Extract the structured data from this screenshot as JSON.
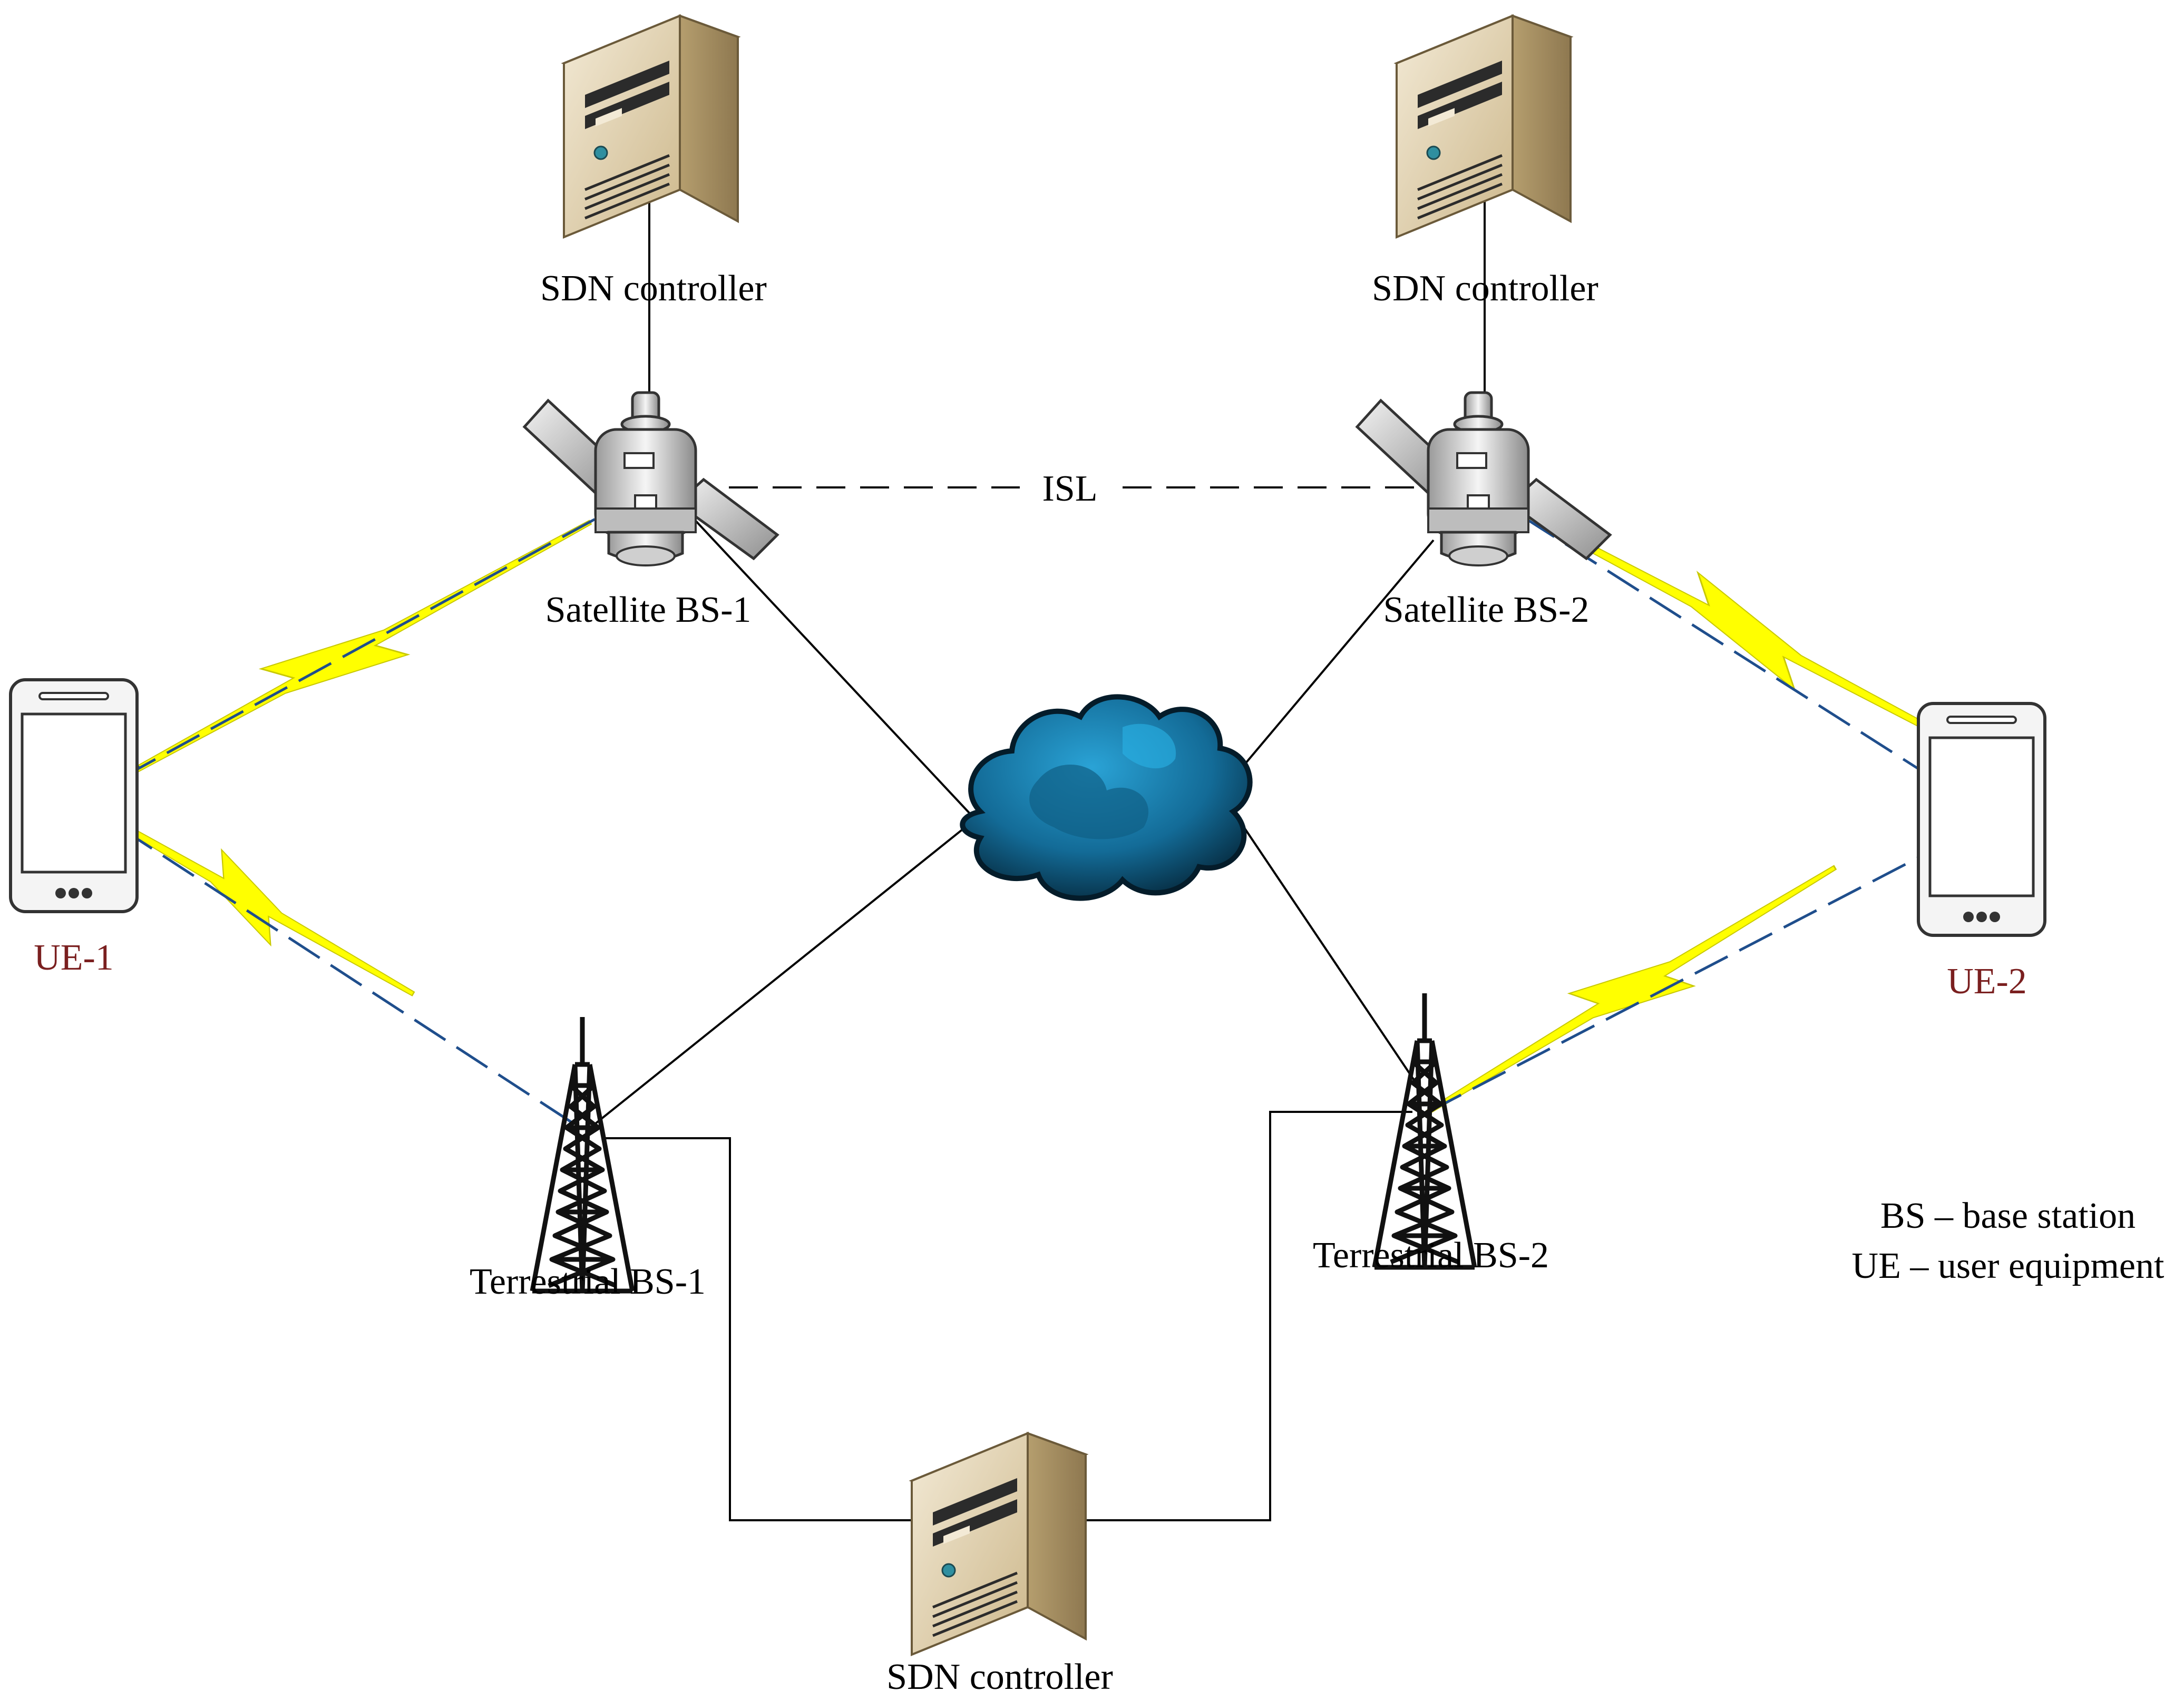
{
  "labels": {
    "sdn_top_left": "SDN controller",
    "sdn_top_right": "SDN controller",
    "sdn_bottom": "SDN controller",
    "isl": "ISL",
    "sat1": "Satellite BS-1",
    "sat2": "Satellite BS-2",
    "ue1": "UE-1",
    "ue2": "UE-2",
    "terr1": "Terrestrial BS-1",
    "terr2": "Terrestrial BS-2"
  },
  "legend": {
    "line1": "BS – base station",
    "line2": "UE – user equipment"
  },
  "colors": {
    "ue_label": "#7a1f1f",
    "link_dash": "#1f4e8c",
    "lightning": "#ffff00",
    "cloud": "#1a7fb3",
    "server_body": "#e4d4b0"
  },
  "icons": {
    "server": "server-icon",
    "satellite": "satellite-icon",
    "phone": "smartphone-icon",
    "tower": "antenna-tower-icon",
    "cloud": "cloud-icon"
  }
}
